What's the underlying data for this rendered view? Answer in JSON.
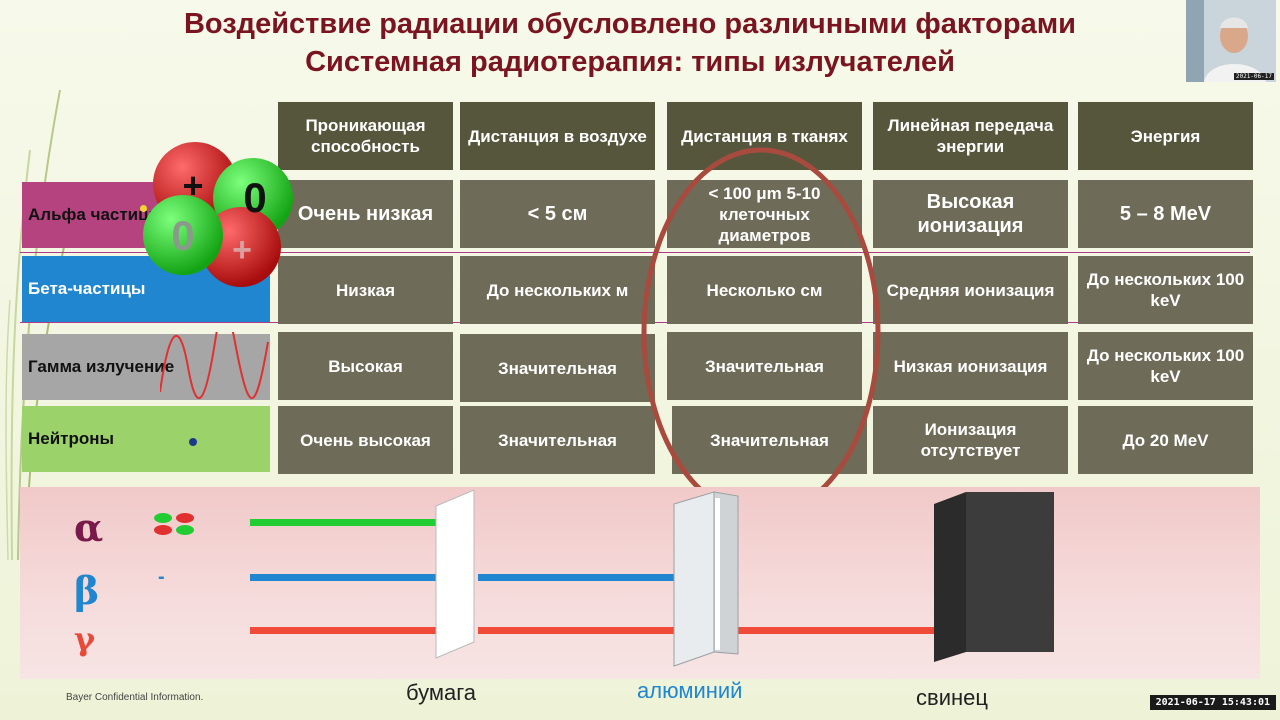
{
  "slide": {
    "title_line1": "Воздействие радиации обусловлено различными факторами",
    "title_line2": "Системная радиотерапия: типы излучателей"
  },
  "table": {
    "headers": [
      "Проникающая способность",
      "Дистанция в воздухе",
      "Дистанция в тканях",
      "Линейная передача энергии",
      "Энергия"
    ],
    "rows": [
      {
        "label": "Альфа частицы",
        "label_color": "#b5437f",
        "cells": [
          "Очень низкая",
          "< 5 см",
          "< 100 μm 5-10 клеточных диаметров",
          "Высокая ионизация",
          "5 – 8 MeV"
        ]
      },
      {
        "label": "Бета-частицы",
        "label_color": "#1f86cf",
        "cells": [
          "Низкая",
          "До нескольких м",
          "Несколько см",
          "Средняя ионизация",
          "До нескольких 100 keV"
        ]
      },
      {
        "label": "Гамма излучение",
        "label_color": "#a6a6a6",
        "cells": [
          "Высокая",
          "Значительная",
          "Значительная",
          "Низкая ионизация",
          "До нескольких 100 keV"
        ]
      },
      {
        "label": "Нейтроны",
        "label_color": "#9bd26a",
        "cells": [
          "Очень высокая",
          "Значительная",
          "Значительная",
          "Ионизация отсутствует",
          "До 20 MeV"
        ]
      }
    ]
  },
  "atom": {
    "plus1": "+",
    "zero1": "0",
    "zero2": "0",
    "plus2": "+"
  },
  "diagram": {
    "alpha": "α",
    "beta": "β",
    "gamma": "γ",
    "beta_minus": "-",
    "materials": [
      "бумага",
      "алюминий",
      "свинец"
    ],
    "colors": {
      "alpha": "#22cc33",
      "beta": "#1f86cf",
      "gamma": "#f04a3a"
    }
  },
  "footer": "Bayer Confidential Information.",
  "timestamp": "2021-06-17 15:43:01",
  "webcam_timestamp": "2021-06-17"
}
